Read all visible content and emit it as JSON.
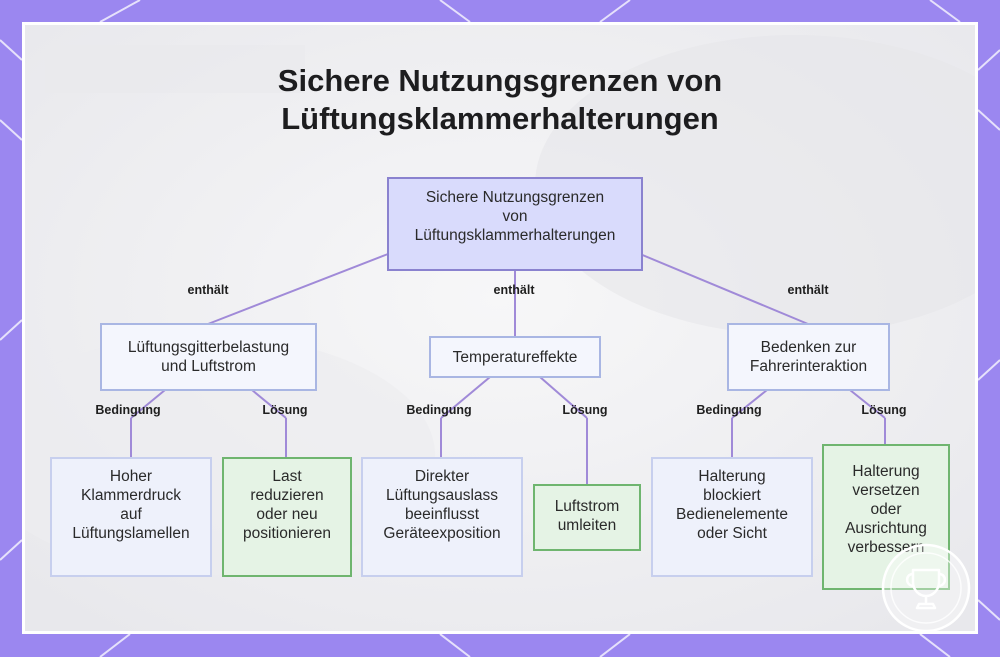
{
  "title": [
    "Sichere Nutzungsgrenzen von",
    "Lüftungsklammerhalterungen"
  ],
  "root": [
    "Sichere Nutzungsgrenzen",
    "von",
    "Lüftungsklammerhalterungen"
  ],
  "edge_labels": {
    "contains": "enthält",
    "condition": "Bedingung",
    "solution": "Lösung"
  },
  "categories": [
    {
      "label": [
        "Lüftungsgitterbelastung",
        "und Luftstrom"
      ],
      "condition": [
        "Hoher",
        "Klammerdruck",
        "auf",
        "Lüftungslamellen"
      ],
      "solution": [
        "Last",
        "reduzieren",
        "oder neu",
        "positionieren"
      ]
    },
    {
      "label": [
        "Temperatureffekte"
      ],
      "condition": [
        "Direkter",
        "Lüftungsauslass",
        "beeinflusst",
        "Geräteexposition"
      ],
      "solution": [
        "Luftstrom",
        "umleiten"
      ]
    },
    {
      "label": [
        "Bedenken zur",
        "Fahrerinteraktion"
      ],
      "condition": [
        "Halterung",
        "blockiert",
        "Bedienelemente",
        "oder Sicht"
      ],
      "solution": [
        "Halterung",
        "versetzen",
        "oder",
        "Ausrichtung",
        "verbessern"
      ]
    }
  ],
  "colors": {
    "frame": "#9b87f0",
    "root_fill": "#d9dbfc",
    "root_border": "#8a82cf",
    "connector": "#a08ad8",
    "solution_fill": "#e5f3e5",
    "solution_border": "#6fb56f"
  }
}
